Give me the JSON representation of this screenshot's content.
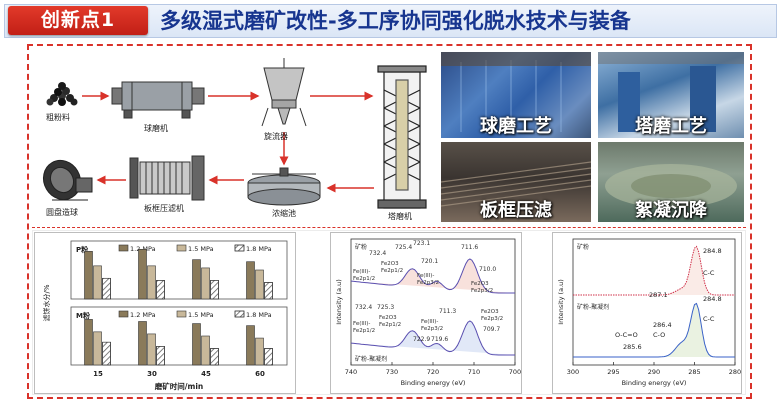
{
  "header": {
    "badge": "创新点1",
    "title": "多级湿式磨矿改性-多工序协同强化脱水技术与装备"
  },
  "colors": {
    "badge_red": "#d22a1e",
    "title_blue": "#17358f",
    "frame_red": "#d9322a"
  },
  "process_flow": {
    "steps": {
      "raw": "粗粉料",
      "ball_mill": "球磨机",
      "cyclone": "旋流器",
      "thickener": "浓缩池",
      "filter_press": "板框压滤机",
      "pelletizer": "圆盘造球",
      "tower_mill": "塔磨机"
    }
  },
  "photos": [
    {
      "label": "球磨工艺"
    },
    {
      "label": "塔磨工艺"
    },
    {
      "label": "板框压滤"
    },
    {
      "label": "絮凝沉降"
    }
  ],
  "chart_data": [
    {
      "type": "bar",
      "categories": [
        "15",
        "30",
        "45",
        "60"
      ],
      "xlabel": "磨矿时间/min",
      "ylabel": "滤饼水分/%",
      "panels": [
        {
          "tag": "P粉",
          "series": [
            {
              "name": "1.2 MPa",
              "values": [
                21.5,
                22.0,
                19.5,
                19.0
              ]
            },
            {
              "name": "1.5 MPa",
              "values": [
                18.0,
                18.0,
                17.5,
                17.0
              ]
            },
            {
              "name": "1.8 MPa",
              "values": [
                15.0,
                14.5,
                14.5,
                14.0
              ]
            }
          ]
        },
        {
          "tag": "M粉",
          "series": [
            {
              "name": "1.2 MPa",
              "values": [
                21.0,
                20.5,
                20.0,
                19.5
              ]
            },
            {
              "name": "1.5 MPa",
              "values": [
                18.0,
                17.5,
                17.0,
                16.5
              ]
            },
            {
              "name": "1.8 MPa",
              "values": [
                15.5,
                14.5,
                14.0,
                14.0
              ]
            }
          ]
        }
      ]
    },
    {
      "type": "line",
      "panel_tag_top": "矿粉",
      "panel_tag_bottom": "矿粉-聚凝剂",
      "xlabel": "Binding energy (eV)",
      "ylabel": "Intensity (a.u)",
      "x_ticks": [
        "740",
        "730",
        "720",
        "710",
        "700"
      ],
      "xlim": [
        740,
        700
      ],
      "top_annotations": [
        "732.4",
        "725.4",
        "723.1",
        "720.1",
        "711.6",
        "710.0"
      ],
      "bottom_annotations": [
        "732.4",
        "725.3",
        "722.9",
        "719.6",
        "711.3",
        "709.7"
      ],
      "peak_labels_top": [
        "Fe(III)-",
        "Fe2p1/2",
        "Fe2O3",
        "Fe2p1/2",
        "Fe(III)-",
        "Fe2p3/2",
        "Fe2O3",
        "Fe2p3/2"
      ],
      "peak_labels_bottom": [
        "Fe(III)-",
        "Fe2p1/2",
        "Fe2O3",
        "Fe2p1/2",
        "Fe(III)-",
        "Fe2p3/2",
        "Fe2O3",
        "Fe2p3/2"
      ]
    },
    {
      "type": "line",
      "panel_tag_top": "矿粉",
      "panel_tag_bottom": "矿粉-聚凝剂",
      "xlabel": "Binding energy (eV)",
      "ylabel": "Intensity (a.u)",
      "x_ticks": [
        "300",
        "295",
        "290",
        "285",
        "280"
      ],
      "xlim": [
        300,
        280
      ],
      "top_annotations": [
        "284.8",
        "C-C",
        "287.1"
      ],
      "bottom_annotations": [
        "284.8",
        "C-C",
        "286.4",
        "C-O",
        "O-C=O",
        "285.6"
      ]
    }
  ]
}
